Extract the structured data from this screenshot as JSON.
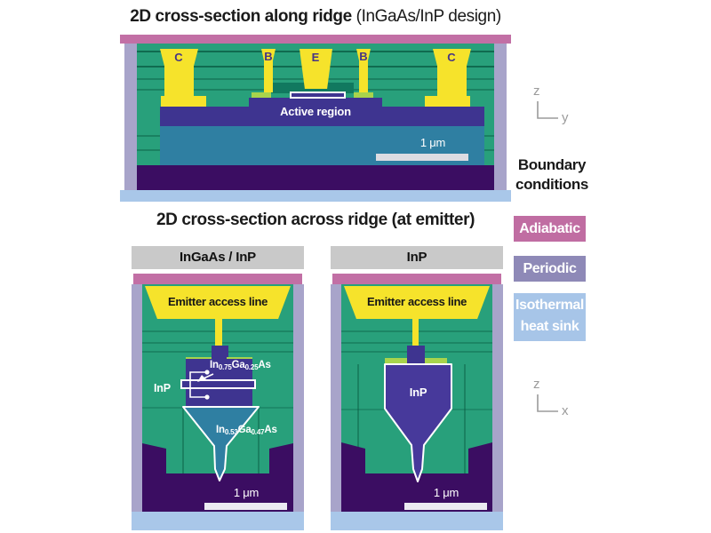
{
  "top_section": {
    "title_bold": "2D cross-section along ridge",
    "title_regular": " (InGaAs/InP design)",
    "contacts": {
      "c_left": "C",
      "b_left": "B",
      "e": "E",
      "b_right": "B",
      "c_right": "C"
    },
    "active_region_label": "Active region",
    "scale_label": "1 μm"
  },
  "bottom_section": {
    "title": "2D cross-section across ridge (at emitter)",
    "left_panel": {
      "header": "InGaAs / InP",
      "emitter_line_label": "Emitter access line",
      "inp_label": "InP",
      "ingaas75": {
        "p1": "In",
        "s1": "0.75",
        "p2": "Ga",
        "s2": "0.25",
        "p3": "As"
      },
      "ingaas53": {
        "p1": "In",
        "s1": "0.53",
        "p2": "Ga",
        "s2": "0.47",
        "p3": "As"
      },
      "scale_label": "1 μm"
    },
    "right_panel": {
      "header": "InP",
      "emitter_line_label": "Emitter access line",
      "inp_label": "InP",
      "scale_label": "1 μm"
    }
  },
  "sidebar": {
    "axis_top": {
      "vertical": "z",
      "horizontal": "y"
    },
    "axis_bottom": {
      "vertical": "z",
      "horizontal": "x"
    },
    "boundary_line1": "Boundary",
    "boundary_line2": "conditions",
    "legend": [
      {
        "label": "Adiabatic",
        "color": "#c06da2"
      },
      {
        "label": "Periodic",
        "color": "#8e89b7"
      },
      {
        "label": "Isothermal heat sink",
        "color": "#a7c5e8"
      }
    ]
  },
  "colors": {
    "adiabatic_pink": "#c26fa5",
    "periodic_lavender": "#a8a4ca",
    "heatsink_blue": "#a9c7e9",
    "semiconductor_green": "#28a07b",
    "metal_yellow": "#f6e32b",
    "inp_indigo": "#3e3490",
    "substrate_teal": "#2f7fa2",
    "bottom_deep_purple": "#3b0d62",
    "light_green_cap": "#a8d44c"
  }
}
